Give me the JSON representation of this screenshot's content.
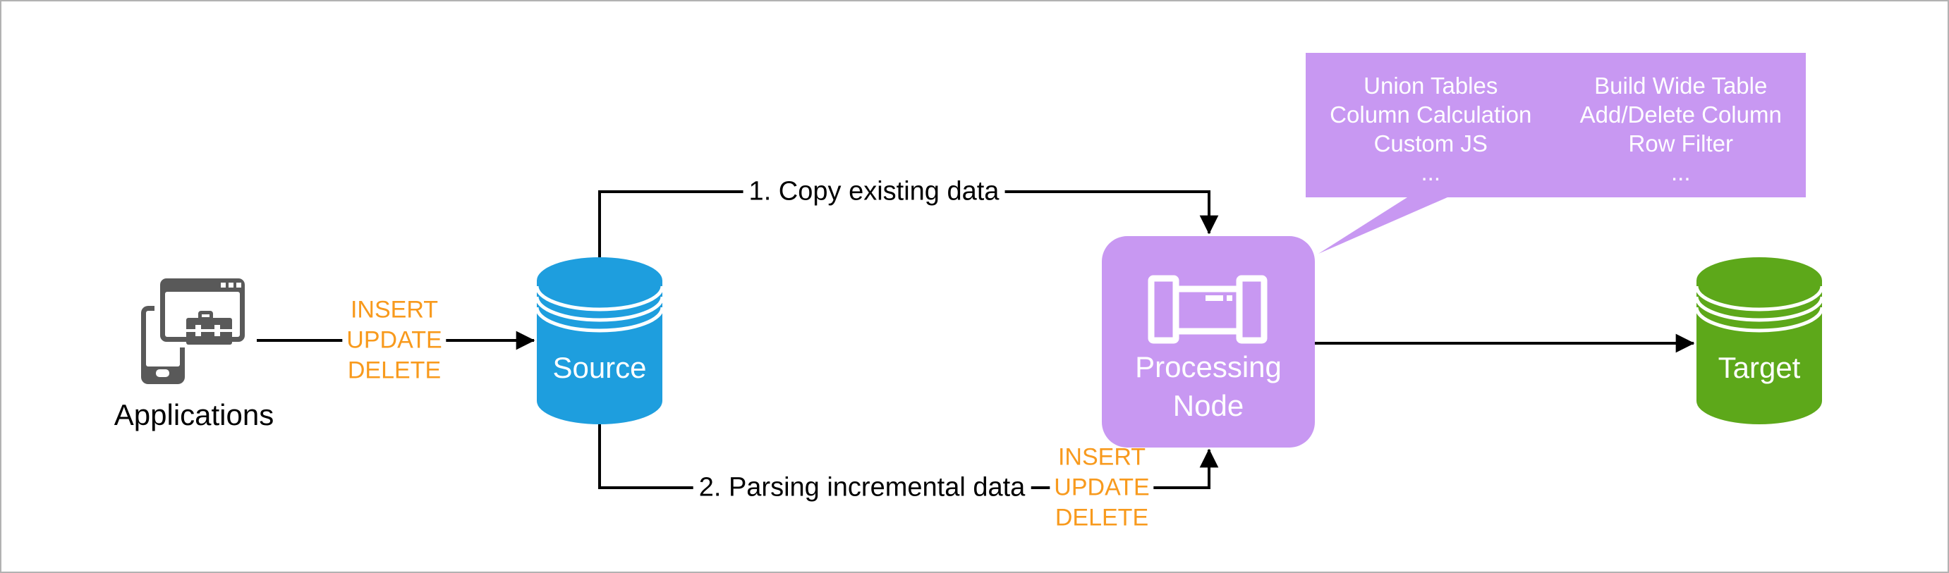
{
  "diagram": {
    "colors": {
      "source_blue": "#1E9EDE",
      "target_green": "#5DA81A",
      "processing_purple": "#C898F2",
      "crud_orange": "#F89A1D",
      "icon_gray": "#595959",
      "edge_black": "#000000",
      "canvas_border": "#b2b2b2"
    },
    "nodes": {
      "applications": {
        "label": "Applications"
      },
      "source": {
        "label": "Source"
      },
      "processing": {
        "label": "Processing Node"
      },
      "target": {
        "label": "Target"
      }
    },
    "edges": {
      "copy": {
        "label": "1. Copy existing data"
      },
      "parsing": {
        "label": "2. Parsing incremental data"
      }
    },
    "crud_app_to_source": {
      "line1": "INSERT",
      "line2": "UPDATE",
      "line3": "DELETE"
    },
    "crud_to_processing": {
      "line1": "INSERT",
      "line2": "UPDATE",
      "line3": "DELETE"
    },
    "callout": {
      "left": [
        "Union Tables",
        "Column Calculation",
        "Custom JS",
        "..."
      ],
      "right": [
        "Build Wide Table",
        "Add/Delete Column",
        "Row Filter",
        "..."
      ]
    }
  }
}
